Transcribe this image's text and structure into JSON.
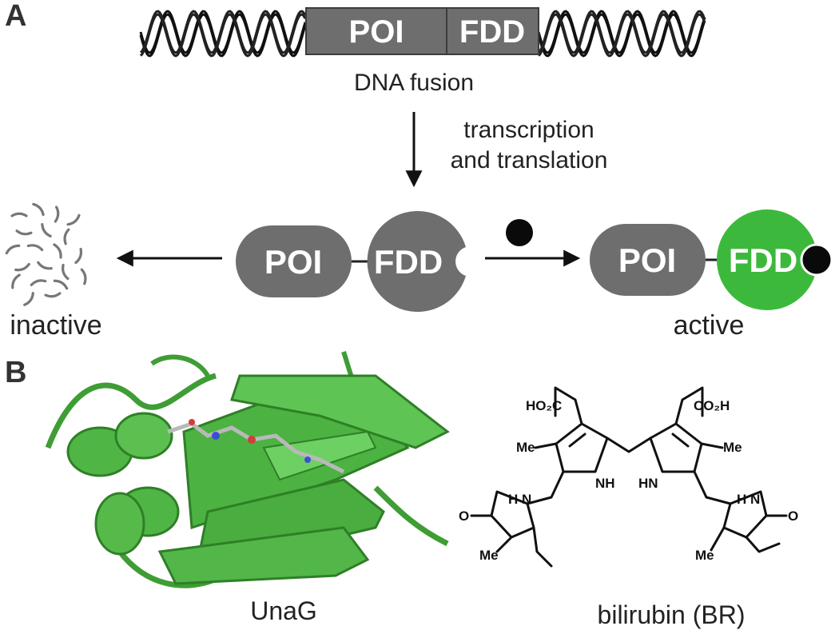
{
  "panels": {
    "a": "A",
    "b": "B"
  },
  "dna": {
    "poi": "POI",
    "fdd": "FDD",
    "caption": "DNA fusion"
  },
  "process": {
    "line1": "transcription",
    "line2": "and translation"
  },
  "states": {
    "poi_left": "POI",
    "fdd_left": "FDD",
    "poi_right": "POI",
    "fdd_right": "FDD",
    "inactive": "inactive",
    "active": "active"
  },
  "structure": {
    "protein_caption": "UnaG",
    "ligand_caption": "bilirubin (BR)"
  },
  "chemistry": {
    "ho2c": "HO₂C",
    "co2h": "CO₂H",
    "me1": "Me",
    "me2": "Me",
    "me3": "Me",
    "me4": "Me",
    "nh1": "NH",
    "nh2": "HN",
    "nh3": "H\nN",
    "nh4": "H\nN",
    "o1": "O",
    "o2": "O"
  },
  "colors": {
    "gray": "#6e6e6e",
    "green": "#3cb93c",
    "protein_green": "#44b03a"
  }
}
